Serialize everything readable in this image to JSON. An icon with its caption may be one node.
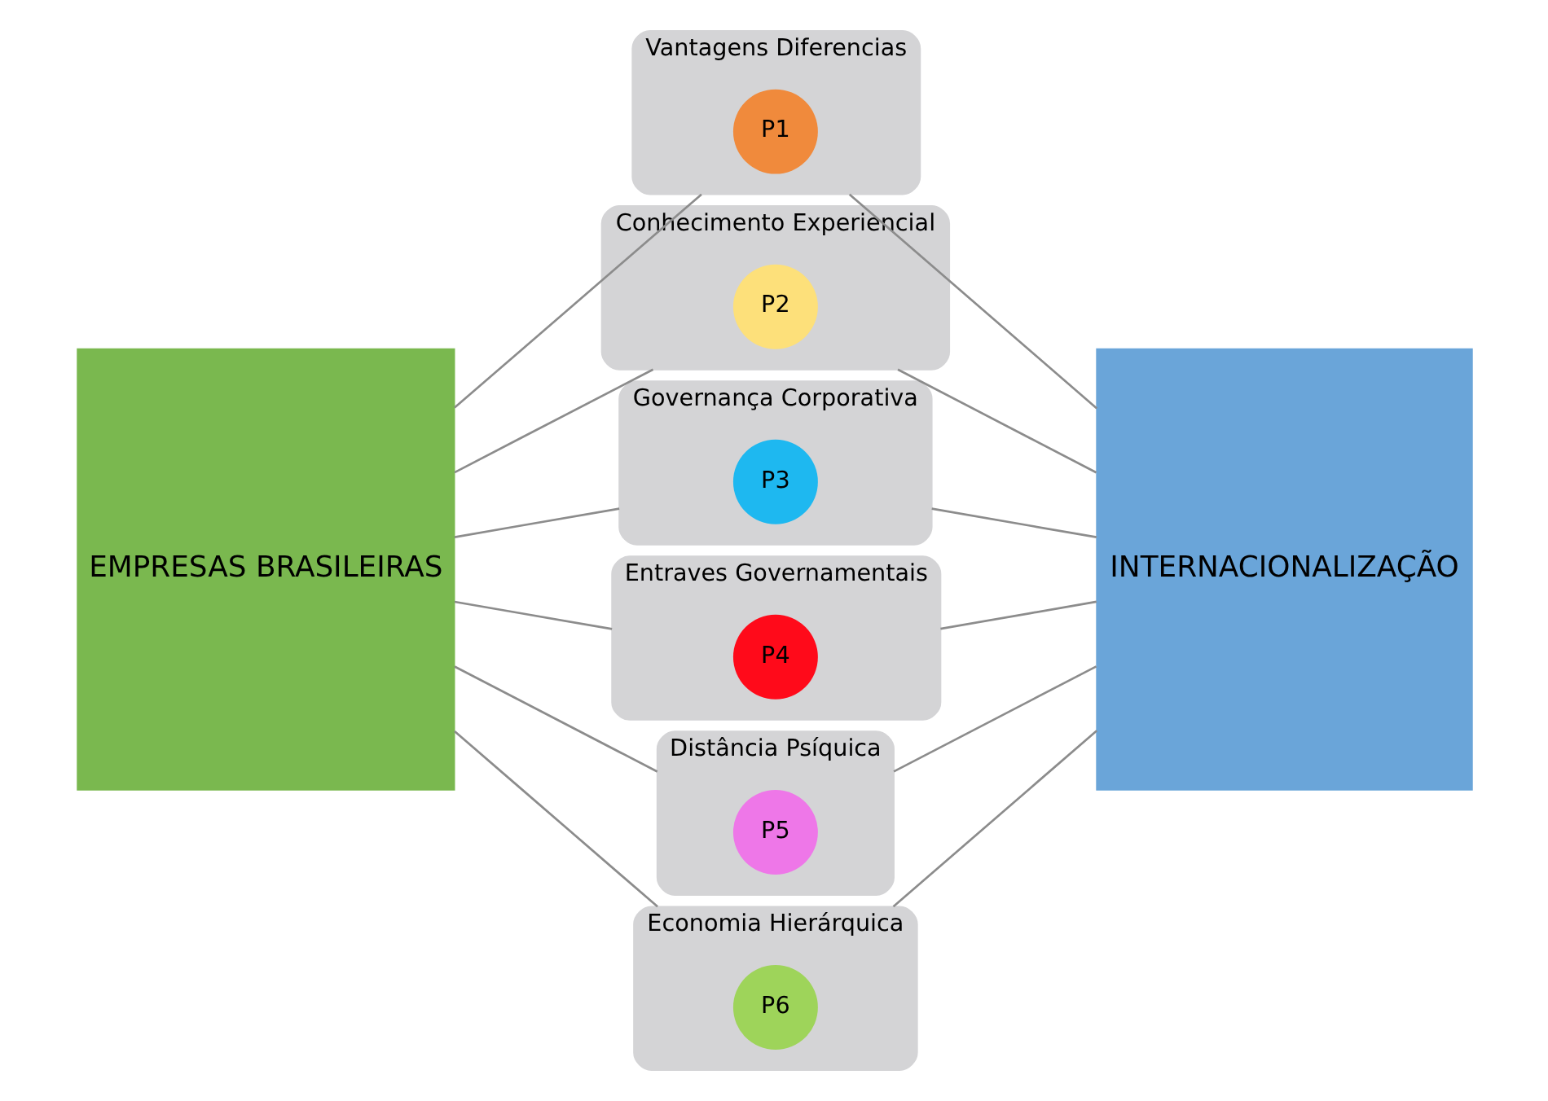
{
  "diagram": {
    "nodes": [
      {
        "text": [
          "EMPRESAS BRASILEIRAS"
        ]
      },
      {
        "text": [
          "Vantagens Diferencias"
        ]
      },
      {
        "text": [
          "P1"
        ],
        "in": 1
      },
      {
        "text": [
          "Conhecimento Experiencial"
        ]
      },
      {
        "text": [
          "P2"
        ],
        "in": 3
      },
      {
        "text": [
          "Governança Corporativa"
        ]
      },
      {
        "text": [
          "P3"
        ],
        "in": 5
      },
      {
        "text": [
          "Entraves Governamentais"
        ]
      },
      {
        "text": [
          "P4"
        ],
        "in": 7
      },
      {
        "text": [
          "Distância Psíquica"
        ]
      },
      {
        "text": [
          "P5"
        ],
        "in": 9
      },
      {
        "text": [
          "Economia Hierárquica"
        ]
      },
      {
        "text": [
          "P6"
        ],
        "in": 11
      },
      {
        "text": [
          "INTERNACIONALIZAÇÃO"
        ]
      }
    ],
    "edges": [
      {
        "from": 0,
        "to": 1,
        "arrow": "none"
      },
      {
        "from": 0,
        "to": 3,
        "arrow": "none"
      },
      {
        "from": 0,
        "to": 5,
        "arrow": "none"
      },
      {
        "from": 0,
        "to": 7,
        "arrow": "none"
      },
      {
        "from": 0,
        "to": 9,
        "arrow": "none"
      },
      {
        "from": 0,
        "to": 11,
        "arrow": "none"
      },
      {
        "from": 1,
        "to": 13,
        "arrow": "none"
      },
      {
        "from": 3,
        "to": 13,
        "arrow": "none"
      },
      {
        "from": 5,
        "to": 13,
        "arrow": "none"
      },
      {
        "from": 7,
        "to": 13,
        "arrow": "none"
      },
      {
        "from": 9,
        "to": 13,
        "arrow": "none"
      },
      {
        "from": 11,
        "to": 13,
        "arrow": "none"
      }
    ]
  }
}
